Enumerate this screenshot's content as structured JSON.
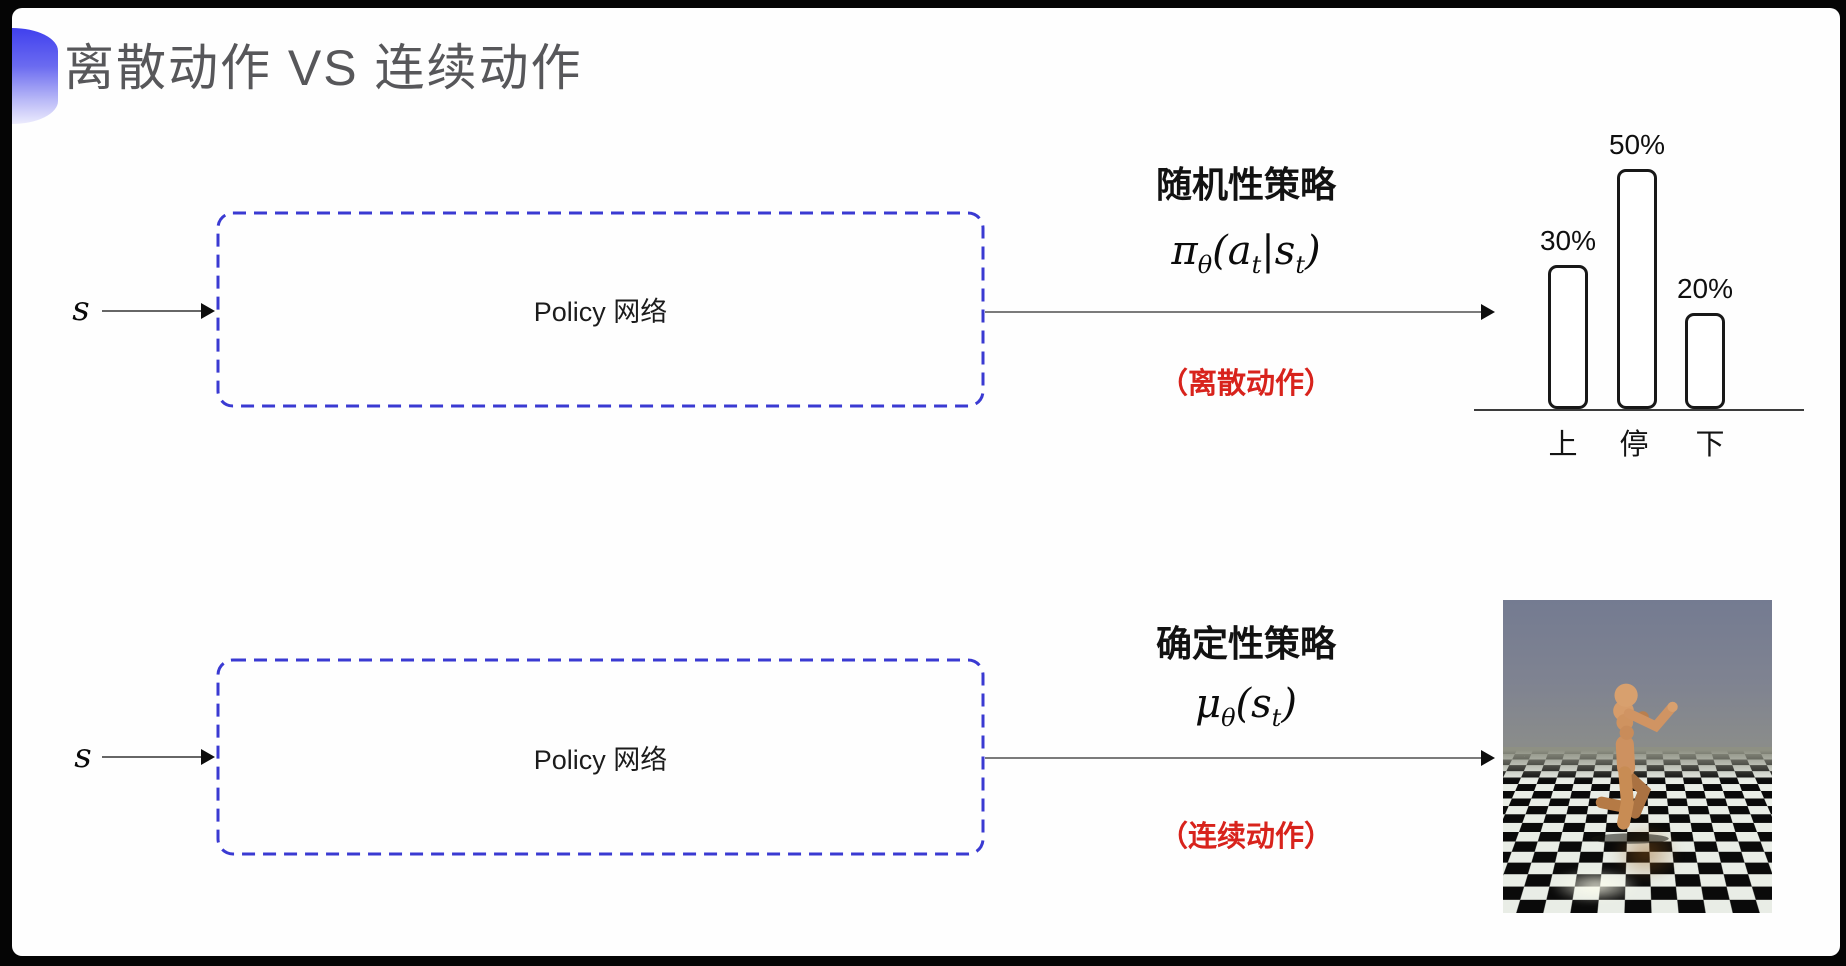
{
  "slide": {
    "title": "离散动作 VS 连续动作"
  },
  "rows": [
    {
      "input_label": "s",
      "box_label": "Policy 网络",
      "policy_title": "随机性策略",
      "policy_note": "（离散动作）",
      "formula": {
        "segments": [
          {
            "t": "π"
          },
          {
            "t": "θ",
            "sub": true
          },
          {
            "t": "("
          },
          {
            "t": "a"
          },
          {
            "t": "t",
            "sub": true
          },
          {
            "t": "|"
          },
          {
            "t": "s"
          },
          {
            "t": "t",
            "sub": true
          },
          {
            "t": ")"
          }
        ]
      }
    },
    {
      "input_label": "s",
      "box_label": "Policy 网络",
      "policy_title": "确定性策略",
      "policy_note": "（连续动作）",
      "formula": {
        "segments": [
          {
            "t": "μ"
          },
          {
            "t": "θ",
            "sub": true
          },
          {
            "t": "("
          },
          {
            "t": "s"
          },
          {
            "t": "t",
            "sub": true
          },
          {
            "t": ")"
          }
        ]
      }
    }
  ],
  "chart_data": {
    "type": "bar",
    "title": "",
    "categories": [
      "上",
      "停",
      "下"
    ],
    "values": [
      30,
      50,
      20
    ],
    "value_labels": [
      "30%",
      "50%",
      "20%"
    ],
    "unit": "%",
    "ylim": [
      0,
      50
    ],
    "grid": false,
    "legend": false
  },
  "colors": {
    "box_border_blue": "#3a3ad2",
    "note_red": "#d8231c",
    "title_gray": "#57575a",
    "bar_stroke": "#181818",
    "arrow": "#666666"
  },
  "icons": {
    "slide_bullet": "blue-half-circle-decoration",
    "sim_image": "humanoid-mujoco-simulation-image"
  }
}
